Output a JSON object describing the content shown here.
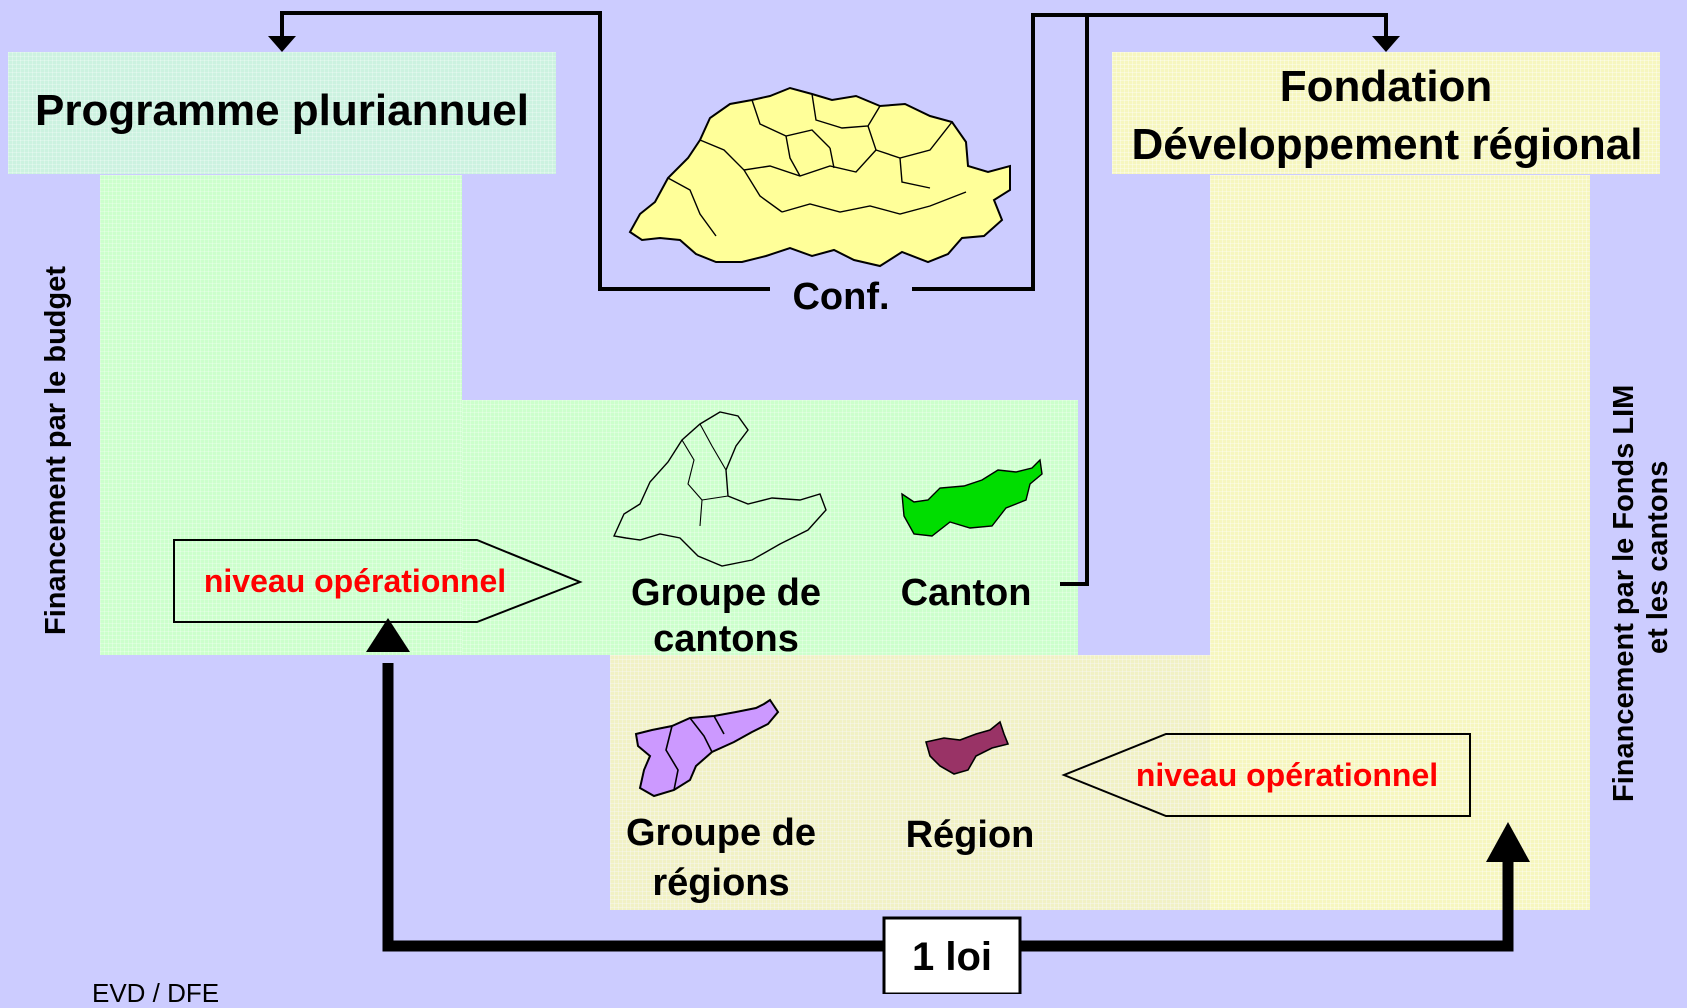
{
  "programme": {
    "title": "Programme pluriannuel"
  },
  "fondation": {
    "line1": "Fondation",
    "line2": "Développement régional"
  },
  "confederation": {
    "label": "Conf."
  },
  "levels": {
    "groupe_cantons": {
      "line1": "Groupe de",
      "line2": "cantons"
    },
    "canton": {
      "label": "Canton"
    },
    "groupe_regions": {
      "line1": "Groupe de",
      "line2": "régions"
    },
    "region": {
      "label": "Région"
    }
  },
  "operational_left": {
    "label": "niveau opérationnel"
  },
  "operational_right": {
    "label": "niveau opérationnel"
  },
  "funding_left": {
    "label": "Financement par le budget"
  },
  "funding_right": {
    "line1": "Financement par le Fonds LIM",
    "line2": "et les cantons"
  },
  "law": {
    "label": "1 loi"
  },
  "footer": {
    "text": "EVD / DFE"
  },
  "colors": {
    "background": "#ccccff",
    "green_zone": "#ccffcc",
    "yellow_zone": "#ffffcc",
    "switzerland_map": "#ffff99",
    "canton_map": "#00cc00",
    "regions_map": "#cc99ff",
    "region_map": "#993366",
    "operational_text": "#ff0000"
  }
}
